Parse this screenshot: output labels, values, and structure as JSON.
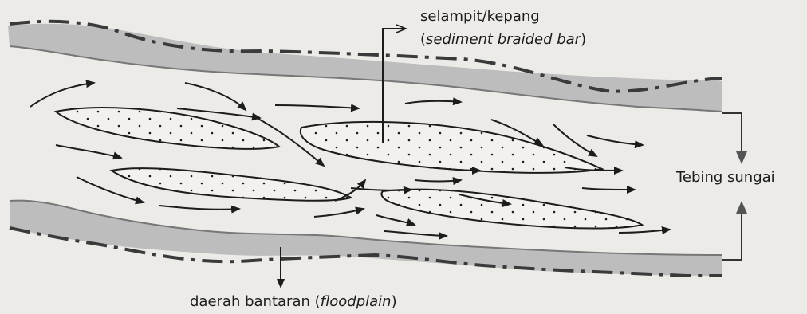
{
  "labels": {
    "braided_bar_line1": "selampit/kepang",
    "braided_bar_open": "(",
    "braided_bar_italic": "sediment braided bar",
    "braided_bar_close": ")",
    "river_bank": "Tebing sungai",
    "floodplain_prefix": "daerah bantaran (",
    "floodplain_italic": "floodplain",
    "floodplain_close": ")"
  },
  "colors": {
    "background": "#ecebe8",
    "bank_fill": "#bdbdbd",
    "ink": "#1c1c1c",
    "bar_fill": "#f2f1ee"
  },
  "icons": [
    "arrow-icon",
    "dotted-sediment-pattern"
  ]
}
